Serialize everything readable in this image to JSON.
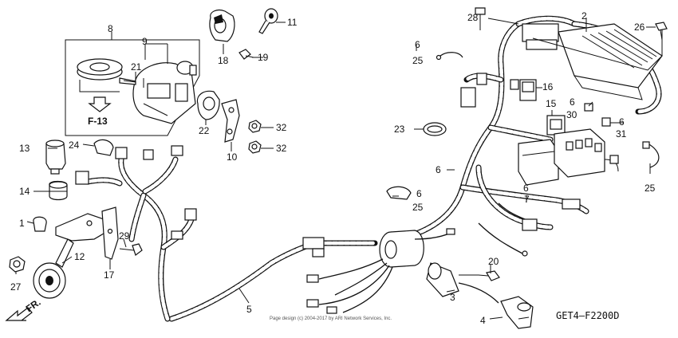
{
  "diagram": {
    "code": "GET4–F2200D",
    "copyright": "Page design (c) 2004-2017 by ARI Network Services, Inc.",
    "direction_label": "FR.",
    "ref_box": "F-13"
  },
  "callouts": [
    "1",
    "2",
    "3",
    "4",
    "5",
    "6",
    "6",
    "6",
    "6",
    "6",
    "6",
    "7",
    "8",
    "9",
    "10",
    "11",
    "12",
    "13",
    "14",
    "15",
    "16",
    "17",
    "18",
    "19",
    "20",
    "21",
    "22",
    "23",
    "24",
    "25",
    "25",
    "25",
    "26",
    "27",
    "28",
    "29",
    "30",
    "31",
    "32",
    "32"
  ]
}
